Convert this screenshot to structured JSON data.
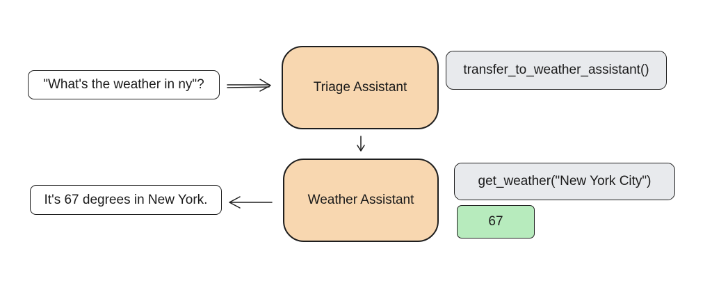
{
  "colors": {
    "agent_fill": "#f8d7b0",
    "call_fill": "#e8eaed",
    "result_fill": "#b7ebbd",
    "stroke": "#1e1e1e"
  },
  "nodes": {
    "user_query": "\"What's the weather in ny\"?",
    "triage_agent": "Triage Assistant",
    "handoff_call": "transfer_to_weather_assistant()",
    "weather_agent": "Weather Assistant",
    "weather_call": "get_weather(\"New York City\")",
    "tool_result": "67",
    "final_answer": "It's 67 degrees in New York."
  }
}
